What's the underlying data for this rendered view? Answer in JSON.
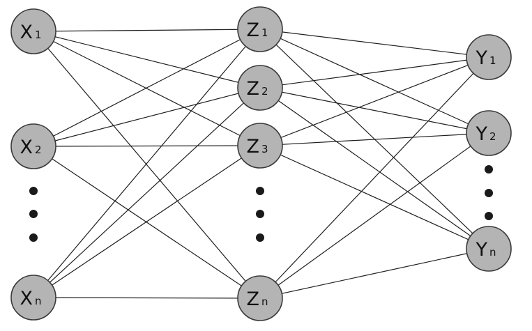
{
  "diagram": {
    "type": "fully-connected-neural-network",
    "layers": [
      {
        "name": "input",
        "nodes": [
          {
            "id": "x1",
            "letter": "X",
            "sub": "1"
          },
          {
            "id": "x2",
            "letter": "X",
            "sub": "2"
          },
          {
            "id": "xn",
            "letter": "X",
            "sub": "n"
          }
        ],
        "ellipsis": "between x2 and xn"
      },
      {
        "name": "hidden",
        "nodes": [
          {
            "id": "z1",
            "letter": "Z",
            "sub": "1"
          },
          {
            "id": "z2",
            "letter": "Z",
            "sub": "2"
          },
          {
            "id": "z3",
            "letter": "Z",
            "sub": "3"
          },
          {
            "id": "zn",
            "letter": "Z",
            "sub": "n"
          }
        ],
        "ellipsis": "between z3 and zn"
      },
      {
        "name": "output",
        "nodes": [
          {
            "id": "y1",
            "letter": "Y",
            "sub": "1"
          },
          {
            "id": "y2",
            "letter": "Y",
            "sub": "2"
          },
          {
            "id": "yn",
            "letter": "Y",
            "sub": "n"
          }
        ],
        "ellipsis": "between y2 and yn"
      }
    ],
    "connections": [
      [
        "input",
        "hidden"
      ],
      [
        "hidden",
        "output"
      ]
    ],
    "colors": {
      "node_fill": "#b4b4b4",
      "node_stroke": "#3a3a3a",
      "edge": "#1f1f1f",
      "text": "#111111",
      "dots": "#1a1a1a"
    }
  }
}
